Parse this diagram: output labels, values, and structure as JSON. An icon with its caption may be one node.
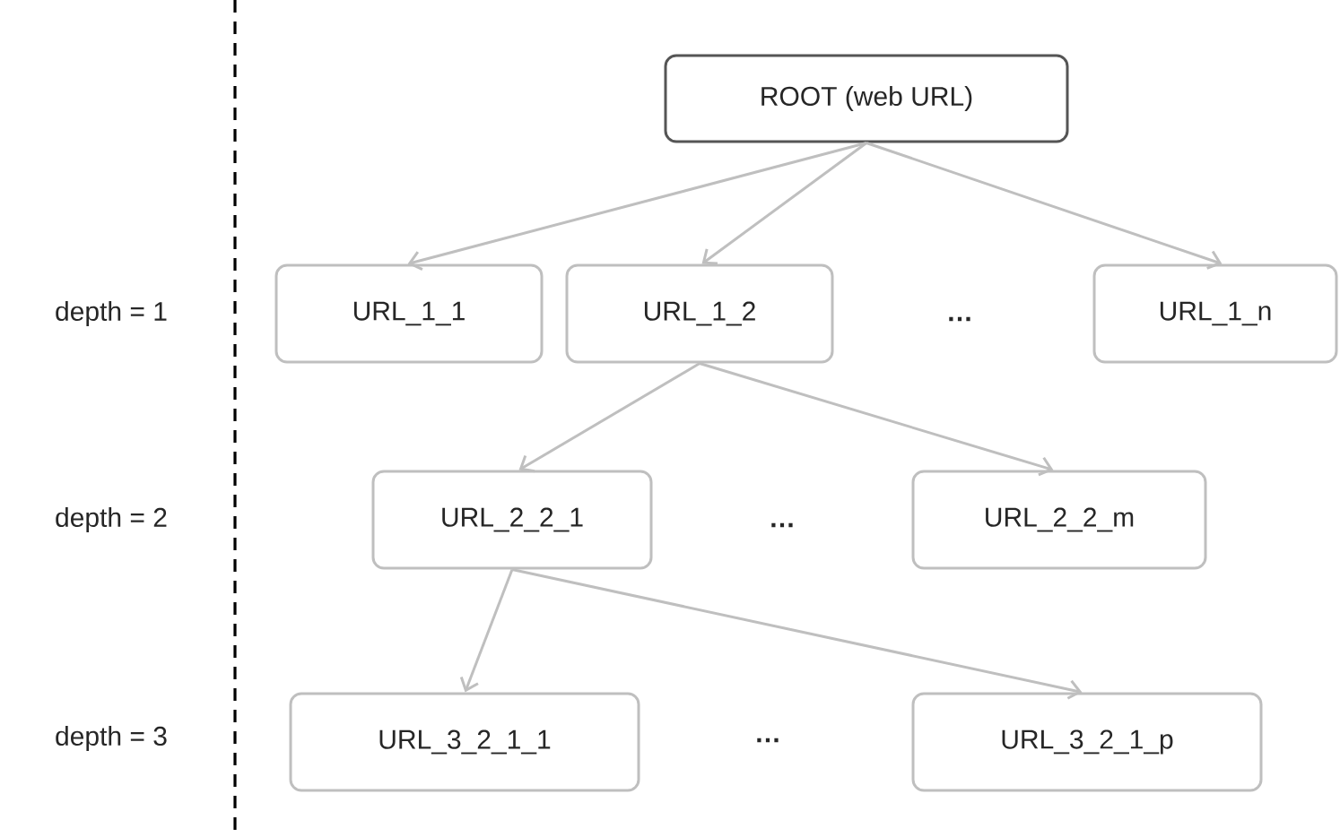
{
  "diagram": {
    "nodes": [
      {
        "text": [
          "ROOT (web URL)"
        ]
      },
      {
        "text": [
          "URL_1_1"
        ]
      },
      {
        "text": [
          "URL_1_2"
        ]
      },
      {
        "text": [
          "URL_1_n"
        ]
      },
      {
        "text": [
          "URL_2_2_1"
        ]
      },
      {
        "text": [
          "URL_2_2_m"
        ]
      },
      {
        "text": [
          "URL_3_2_1_1"
        ]
      },
      {
        "text": [
          "URL_3_2_1_p"
        ]
      }
    ],
    "edges": [
      {
        "from": 0,
        "to": 1,
        "arrow": "to"
      },
      {
        "from": 0,
        "to": 2,
        "arrow": "to"
      },
      {
        "from": 0,
        "to": 3,
        "arrow": "to"
      },
      {
        "from": 2,
        "to": 4,
        "arrow": "to"
      },
      {
        "from": 2,
        "to": 5,
        "arrow": "to"
      },
      {
        "from": 4,
        "to": 6,
        "arrow": "to"
      },
      {
        "from": 4,
        "to": 7,
        "arrow": "to"
      }
    ],
    "labels": [
      "depth = 1",
      "…",
      "depth = 2",
      "…",
      "depth = 3",
      "…"
    ]
  }
}
